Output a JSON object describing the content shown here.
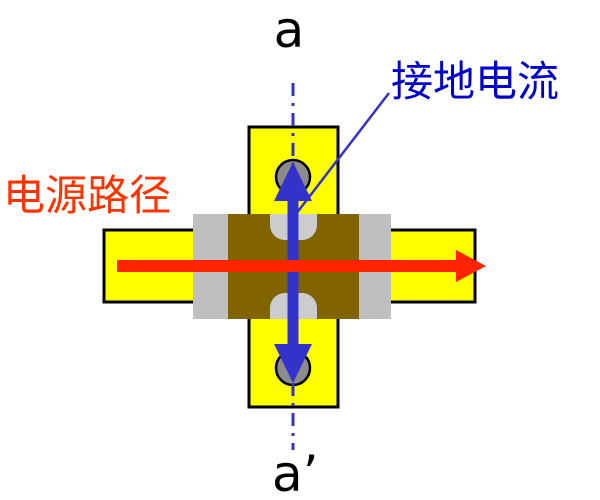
{
  "labels": {
    "section_top": "a",
    "section_bottom": "a’",
    "ground_current": "接地电流",
    "power_path": "电源路径"
  },
  "colors": {
    "trace_yellow": "#ffff00",
    "outline_black": "#000000",
    "plating_gray": "#bfbfbf",
    "notch_gray": "#cccccc",
    "body_brown": "#816300",
    "via_gray": "#8c8c8c",
    "power_red": "#ff2400",
    "power_text_red": "#ff3300",
    "ground_blue": "#3333cc",
    "ground_text_blue": "#0000cc"
  }
}
